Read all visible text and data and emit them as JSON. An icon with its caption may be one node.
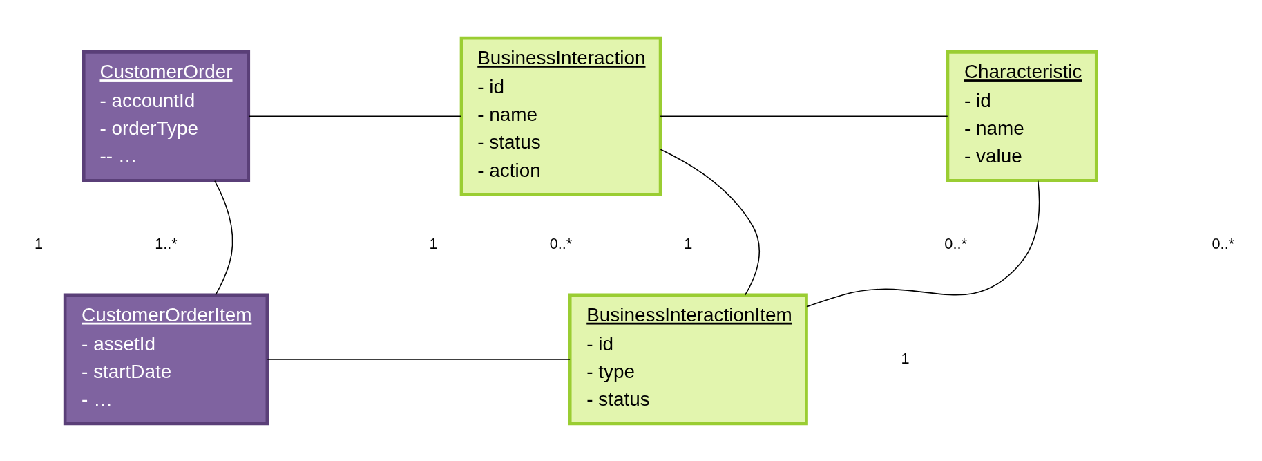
{
  "diagram": {
    "nodes": [
      {
        "text": [
          "CustomerOrder",
          "- accountId",
          "- orderType",
          "-- …"
        ]
      },
      {
        "text": [
          "BusinessInteraction",
          "- id",
          "- name",
          "- status",
          "- action"
        ]
      },
      {
        "text": [
          "Characteristic",
          "- id",
          "- name",
          "- value"
        ]
      },
      {
        "text": [
          "CustomerOrderItem",
          "- assetId",
          "- startDate",
          "- …"
        ]
      },
      {
        "text": [
          "BusinessInteractionItem",
          "- id",
          "- type",
          "- status"
        ]
      }
    ],
    "edges": [
      {
        "from": 0,
        "to": 1,
        "arrow": "none"
      },
      {
        "from": 1,
        "to": 2,
        "arrow": "none"
      },
      {
        "from": 0,
        "to": 3,
        "arrow": "none"
      },
      {
        "from": 1,
        "to": 4,
        "arrow": "none"
      },
      {
        "from": 2,
        "to": 4,
        "arrow": "none"
      },
      {
        "from": 3,
        "to": 4,
        "arrow": "none"
      }
    ],
    "labels": [
      "1",
      "1..*",
      "1",
      "0..*",
      "1",
      "0..*",
      "0..*",
      "1"
    ]
  }
}
